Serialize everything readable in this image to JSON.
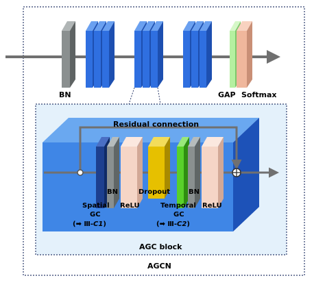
{
  "labels": {
    "bn": "BN",
    "gap": "GAP",
    "softmax": "Softmax",
    "residual": "Residual connection",
    "agc_bn1": "BN",
    "agc_relu1": "ReLU",
    "spatial": "Spatial",
    "spatial_gc": "GC",
    "spatial_ref_pre": "(➡ Ⅲ-",
    "spatial_ref_it": "C1",
    "spatial_ref_post": ")",
    "dropout": "Dropout",
    "agc_bn2": "BN",
    "agc_relu2": "ReLU",
    "temporal": "Temporal",
    "temporal_gc": "GC",
    "temporal_ref_pre": "(➡ Ⅲ-",
    "temporal_ref_it": "C2",
    "temporal_ref_post": ")",
    "agc_block": "AGC block",
    "agcn": "AGCN",
    "sum_symbol": "⊕"
  },
  "colors": {
    "block_blue": "#2f6fe0",
    "block_blue_dark": "#1d4fb0",
    "bn_gray": "#8a8f8f",
    "gap_green": "#b5f0a0",
    "softmax_peach": "#f0b79c",
    "agc_box": "#3f86e6",
    "agc_box_top": "#6aa8f0",
    "agc_bg": "#e4f1fb",
    "spatial_navy": "#1d3f8f",
    "dropout_yellow": "#e6c000",
    "temporal_green": "#59d12a",
    "relu_peach": "#f5d5c6",
    "arrow_gray": "#707070"
  }
}
